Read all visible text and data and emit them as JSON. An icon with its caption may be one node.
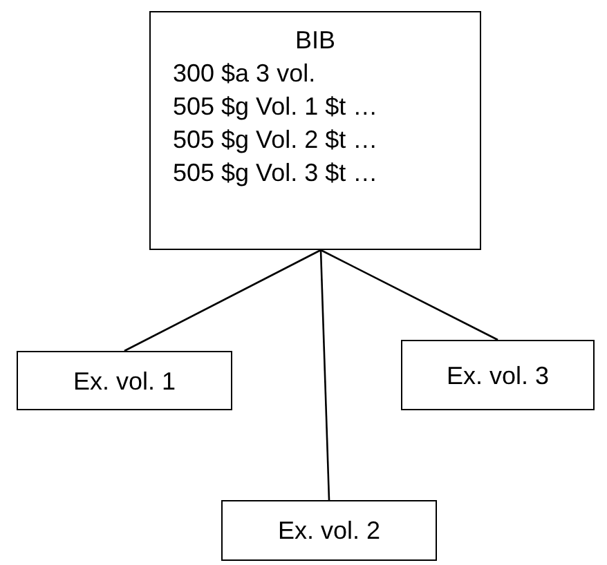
{
  "diagram": {
    "nodes": [
      {
        "text": [
          "BIB",
          "300 $a 3 vol.",
          "505 $g Vol. 1 $t …",
          "505 $g Vol. 2 $t …",
          "505 $g Vol. 3 $t …"
        ]
      },
      {
        "text": [
          "Ex. vol. 1"
        ]
      },
      {
        "text": [
          "Ex. vol. 3"
        ]
      },
      {
        "text": [
          "Ex. vol. 2"
        ]
      }
    ],
    "edges": [
      {
        "from": 0,
        "to": 1,
        "arrow": "none"
      },
      {
        "from": 0,
        "to": 3,
        "arrow": "none"
      },
      {
        "from": 0,
        "to": 2,
        "arrow": "none"
      }
    ]
  }
}
